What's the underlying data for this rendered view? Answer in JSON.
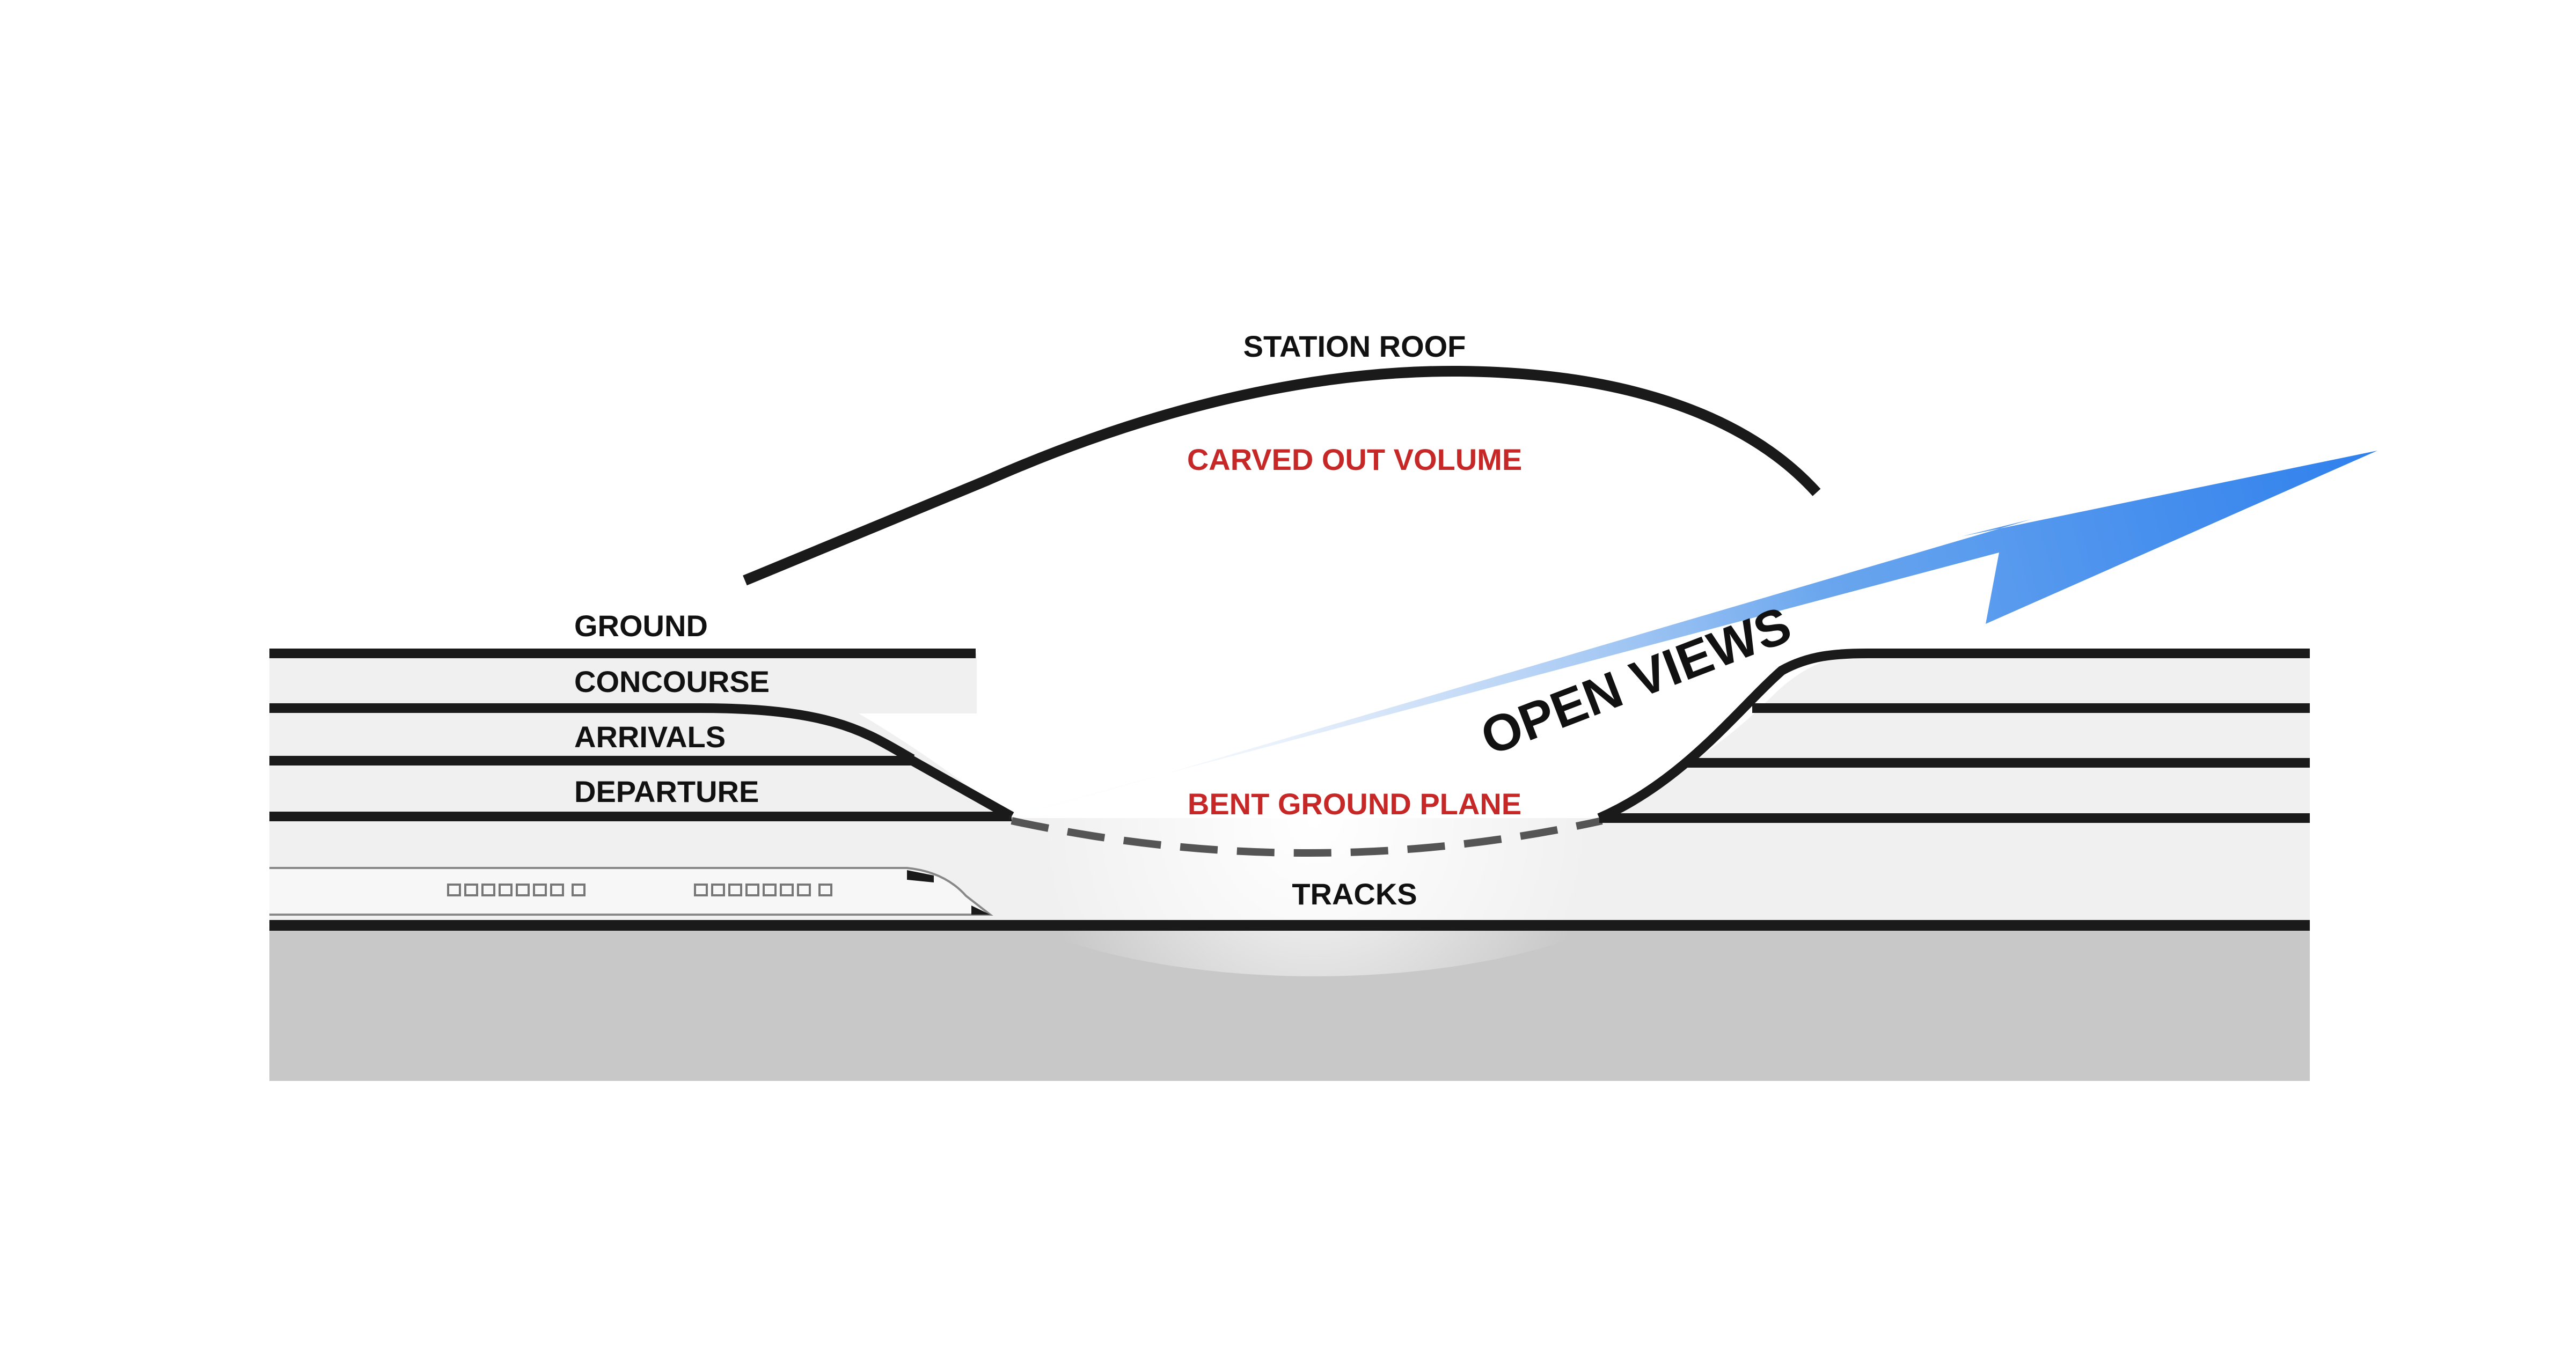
{
  "labels": {
    "station_roof": "STATION ROOF",
    "carved_out_volume": "CARVED OUT VOLUME",
    "ground": "GROUND",
    "concourse": "CONCOURSE",
    "arrivals": "ARRIVALS",
    "departure": "DEPARTURE",
    "bent_ground_plane": "BENT GROUND PLANE",
    "tracks": "TRACKS",
    "open_views": "OPEN VIEWS"
  },
  "colors": {
    "line": "#1a1a1a",
    "accent_red": "#c62828",
    "arrow_blue": "#2f80ed",
    "earth_gray": "#c8c8c8",
    "band_gray": "#efefef"
  }
}
